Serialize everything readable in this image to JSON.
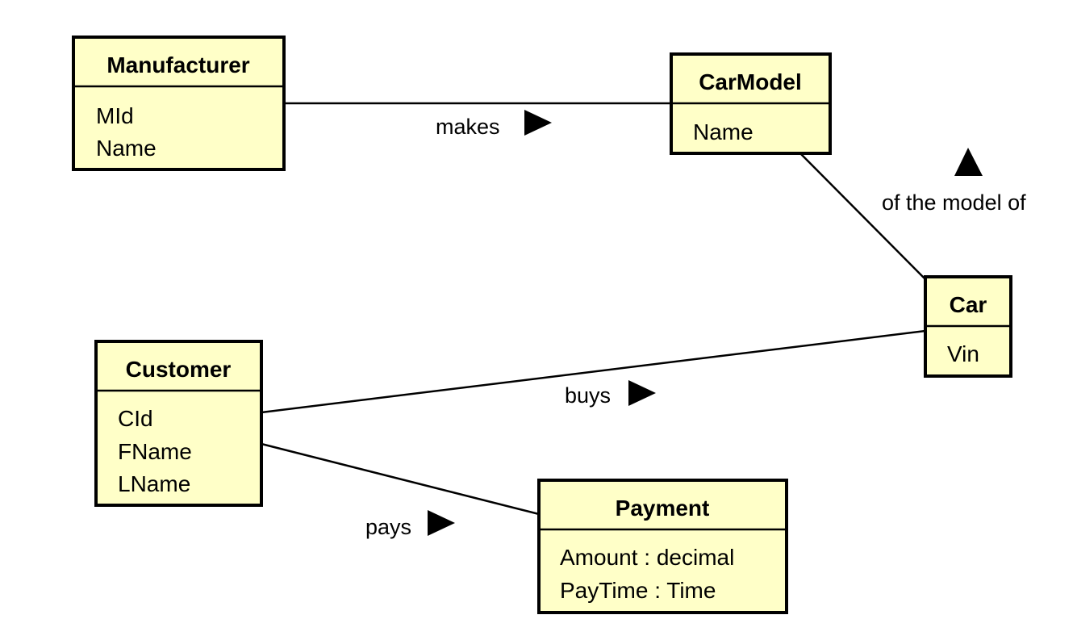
{
  "diagram": {
    "classes": {
      "manufacturer": {
        "name": "Manufacturer",
        "attributes": [
          "MId",
          "Name"
        ]
      },
      "carmodel": {
        "name": "CarModel",
        "attributes": [
          "Name"
        ]
      },
      "car": {
        "name": "Car",
        "attributes": [
          "Vin"
        ]
      },
      "customer": {
        "name": "Customer",
        "attributes": [
          "CId",
          "FName",
          "LName"
        ]
      },
      "payment": {
        "name": "Payment",
        "attributes": [
          "Amount : decimal",
          "PayTime : Time"
        ]
      }
    },
    "associations": {
      "makes": {
        "label": "makes",
        "from": "Manufacturer",
        "to": "CarModel",
        "arrow": "right"
      },
      "of_the_model_of": {
        "label": "of the model of",
        "from": "Car",
        "to": "CarModel",
        "arrow": "up"
      },
      "buys": {
        "label": "buys",
        "from": "Customer",
        "to": "Car",
        "arrow": "right"
      },
      "pays": {
        "label": "pays",
        "from": "Customer",
        "to": "Payment",
        "arrow": "right"
      }
    },
    "colors": {
      "class_fill": "#ffffc8",
      "stroke": "#000000"
    }
  }
}
